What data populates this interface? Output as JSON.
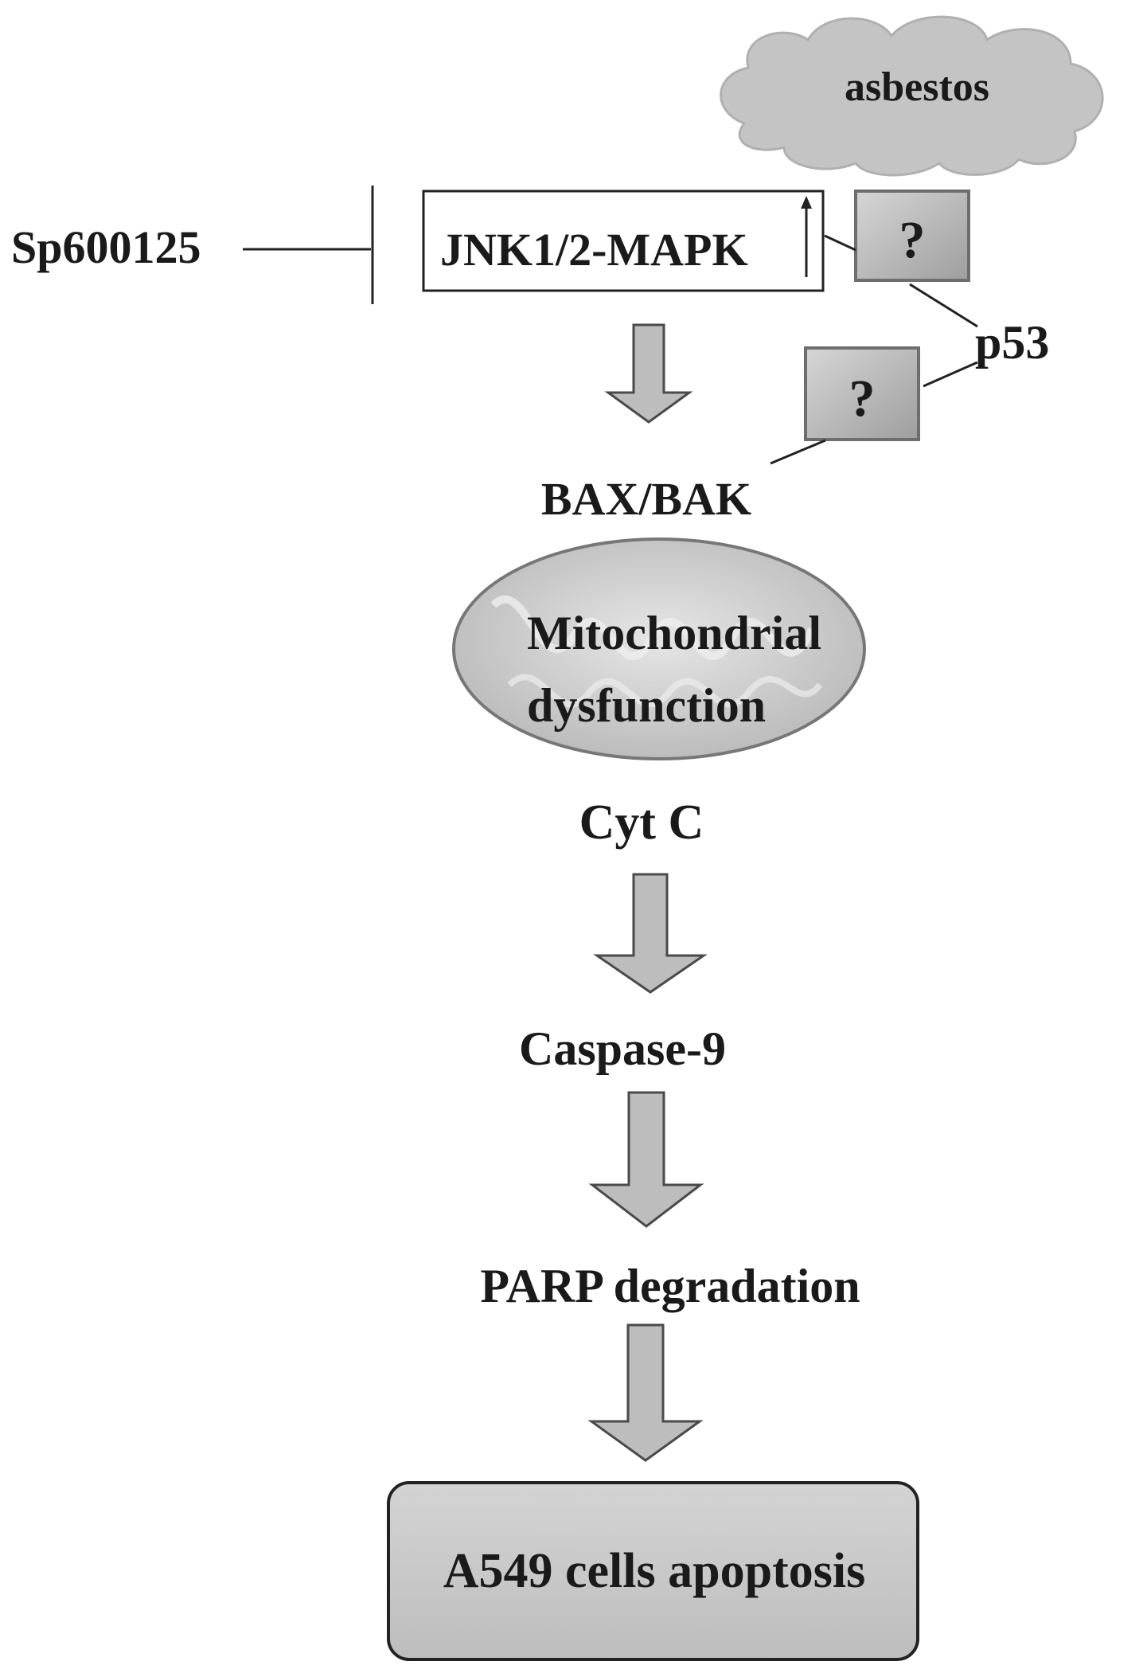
{
  "diagram": {
    "cloud_label": "asbestos",
    "inhibitor_label": "Sp600125",
    "jnk_label": "JNK1/2-MAPK",
    "unknown_top": "?",
    "unknown_mid": "?",
    "p53_label": "p53",
    "bax_label": "BAX/BAK",
    "mito_line1": "Mitochondrial",
    "mito_line2": "dysfunction",
    "cytc_label": "Cyt C",
    "casp_label": "Caspase-9",
    "parp_label": "PARP degradation",
    "outcome_label": "A549 cells apoptosis"
  },
  "colors": {
    "text": "#1a1a1a",
    "shape_fill": "#c8c8c8",
    "arrow_fill": "#bdbdbd",
    "line": "#222222"
  }
}
